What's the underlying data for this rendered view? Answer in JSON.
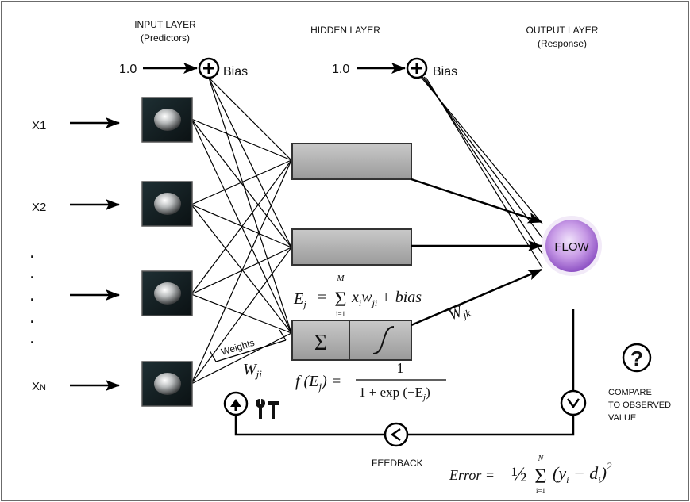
{
  "layers": {
    "input_title": "INPUT LAYER",
    "input_sub": "(Predictors)",
    "hidden_title": "HIDDEN LAYER",
    "output_title": "OUTPUT LAYER",
    "output_sub": "(Response)"
  },
  "bias": {
    "value": "1.0",
    "label": "Bias"
  },
  "inputs": {
    "x1": "X1",
    "x2": "X2",
    "xn_base": "X",
    "xn_sub": "N",
    "dots": [
      ".",
      ".",
      ".",
      ".",
      "."
    ]
  },
  "output": {
    "node_label": "FLOW"
  },
  "weights": {
    "label": "Weights",
    "wji_base": "W",
    "wji_sub": "ji",
    "wjk_base": "W",
    "wjk_sub": "jk"
  },
  "neuron": {
    "sum_symbol": "Σ"
  },
  "equations": {
    "ej_lhs": "E",
    "ej_lhs_sub": "j",
    "ej_eq": "=",
    "ej_sum_top": "M",
    "ej_sum_bottom": "i=1",
    "ej_sum": "Σ",
    "ej_term": "x",
    "ej_term_sub": "i",
    "ej_w": "w",
    "ej_w_sub": "ji",
    "ej_rest": "+ bias",
    "f_lhs": "f (E",
    "f_lhs_sub": "j",
    "f_lhs_close": ") =",
    "f_num": "1",
    "f_den": "1 + exp (−E",
    "f_den_sub": "j",
    "f_den_close": ")",
    "err_lhs": "Error =",
    "err_half": "½",
    "err_sum_top": "N",
    "err_sum_bottom": "i=1",
    "err_sum": "Σ",
    "err_body": "(y",
    "err_y_sub": "i",
    "err_minus": " − d",
    "err_d_sub": "i",
    "err_close": ")",
    "err_power": "2"
  },
  "feedback": {
    "question": "?",
    "compare_lines": [
      "COMPARE",
      "TO OBSERVED",
      "VALUE"
    ],
    "feedback_label": "FEEDBACK"
  }
}
